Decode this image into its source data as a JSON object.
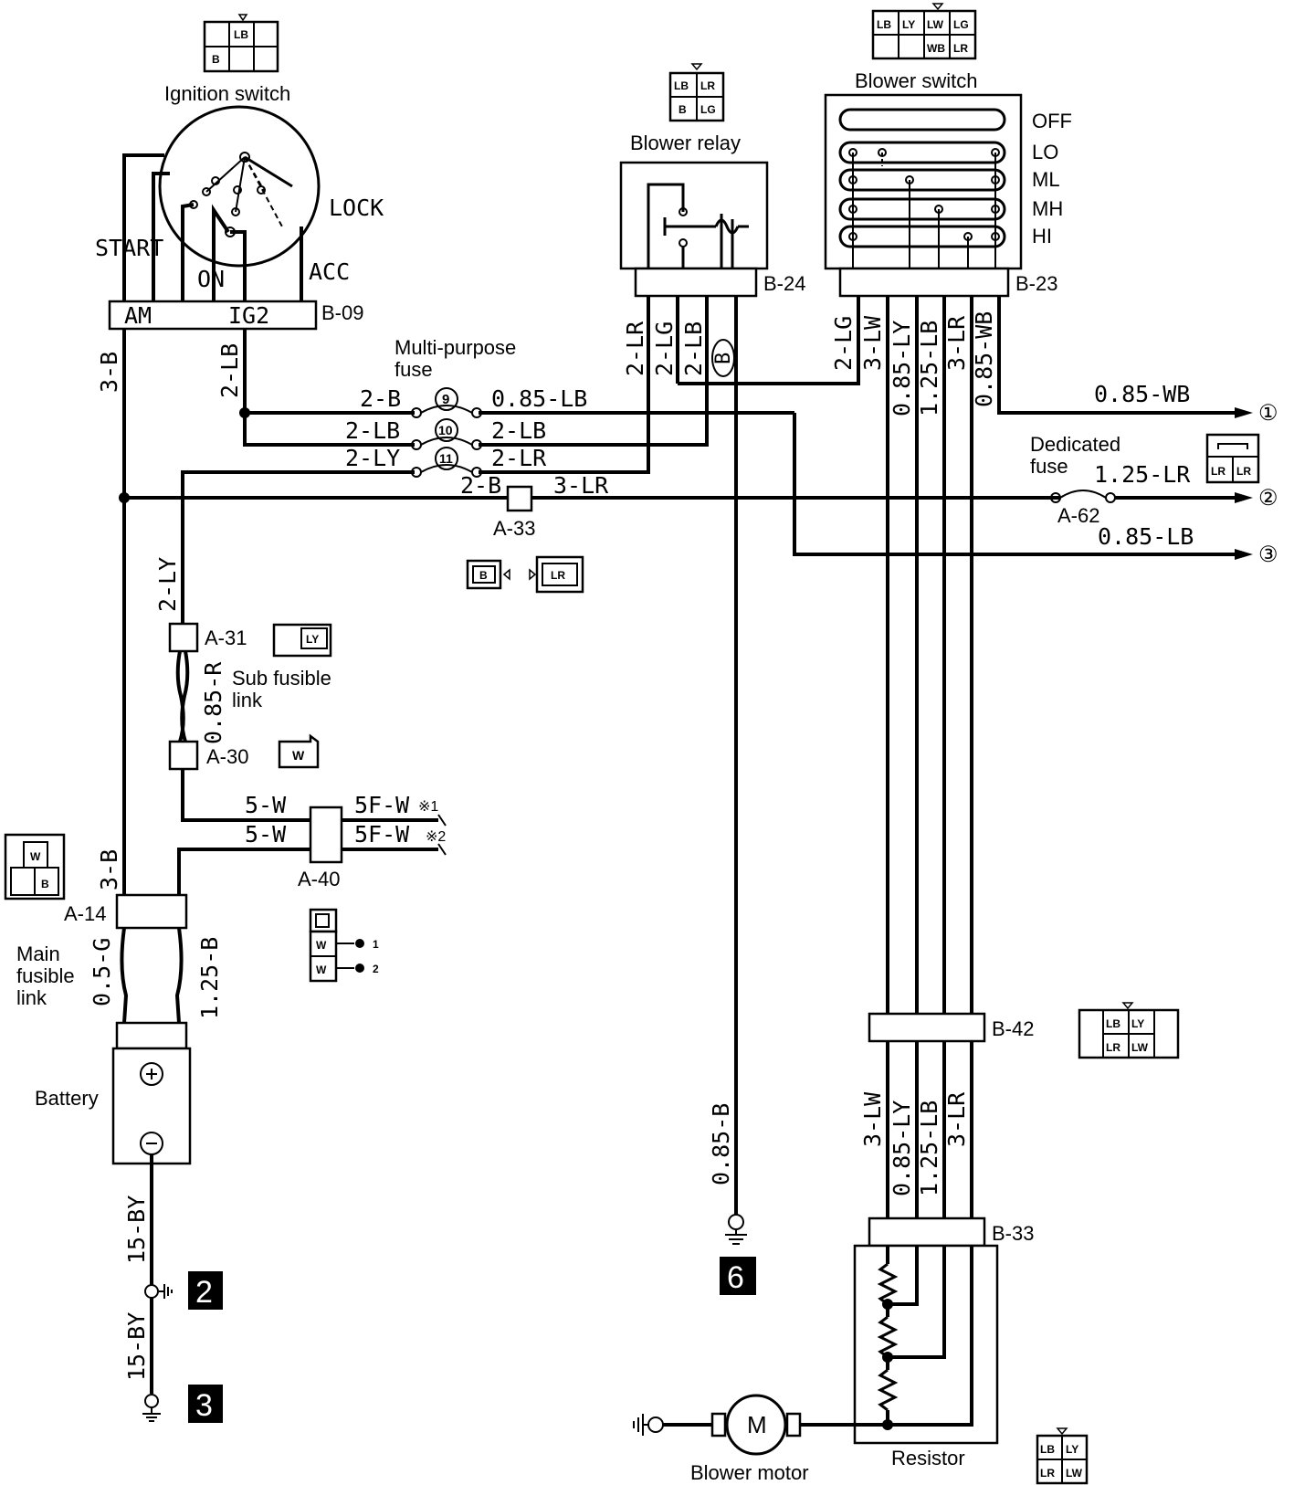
{
  "components": {
    "ignition_switch": "Ignition switch",
    "blower_relay": "Blower relay",
    "blower_switch": "Blower switch",
    "multi_purpose_fuse": [
      "Multi-purpose",
      "fuse"
    ],
    "dedicated_fuse": [
      "Dedicated",
      "fuse"
    ],
    "sub_fusible_link": [
      "Sub fusible",
      "link"
    ],
    "main_fusible_link": [
      "Main",
      "fusible",
      "link"
    ],
    "battery": "Battery",
    "blower_motor": "Blower motor",
    "resistor": "Resistor"
  },
  "ignition_positions": {
    "start": "START",
    "on": "ON",
    "lock": "LOCK",
    "acc": "ACC",
    "am": "AM",
    "ig2": "IG2"
  },
  "switch_positions": [
    "OFF",
    "LO",
    "ML",
    "MH",
    "HI"
  ],
  "connectors": {
    "b09": "B-09",
    "b24": "B-24",
    "b23": "B-23",
    "a33": "A-33",
    "a62": "A-62",
    "a31": "A-31",
    "a30": "A-30",
    "a40": "A-40",
    "a14": "A-14",
    "b42": "B-42",
    "b33": "B-33"
  },
  "fuse_numbers": [
    "9",
    "10",
    "11"
  ],
  "wires": {
    "w_3b_left": "3-B",
    "w_2lb_ig": "2-LB",
    "w_2b": "2-B",
    "w_2lb": "2-LB",
    "w_2ly": "2-LY",
    "w_085lb_out": "0.85-LB",
    "w_2lb_out": "2-LB",
    "w_2lr_out": "2-LR",
    "w_2b_a33": "2-B",
    "w_3lr_a33": "3-LR",
    "w_2ly_down": "2-LY",
    "w_085r": "0.85-R",
    "w_5w_1": "5-W",
    "w_5w_2": "5-W",
    "w_5fw_1": "5F-W",
    "w_5fw_2": "5F-W",
    "w_3b_low": "3-B",
    "w_05g": "0.5-G",
    "w_125b": "1.25-B",
    "w_15by_1": "15-BY",
    "w_15by_2": "15-BY",
    "relay_2lr": "2-LR",
    "relay_2lg": "2-LG",
    "relay_2lb": "2-LB",
    "relay_b": "B",
    "sw_2lg": "2-LG",
    "sw_3lw": "3-LW",
    "sw_085ly": "0.85-LY",
    "sw_125lb": "1.25-LB",
    "sw_3lr": "3-LR",
    "sw_085wb": "0.85-WB",
    "out_085wb": "0.85-WB",
    "out_125lr": "1.25-LR",
    "out_085lb": "0.85-LB",
    "ground_085b": "0.85-B",
    "low_3lw": "3-LW",
    "low_085ly": "0.85-LY",
    "low_125lb": "1.25-LB",
    "low_3lr": "3-LR"
  },
  "notes": {
    "n1": "※1",
    "n2": "※2",
    "star1": "1",
    "star2": "2"
  },
  "outputs": [
    "①",
    "②",
    "③"
  ],
  "grounds": [
    "2",
    "3",
    "6"
  ],
  "motor": "M",
  "connector_pins": {
    "ign": [
      "LB",
      "B"
    ],
    "relay": [
      "LB",
      "LR",
      "B",
      "LG"
    ],
    "switch": [
      "LB",
      "LY",
      "LW",
      "LG",
      "WB",
      "LR"
    ],
    "a33_b": "B",
    "a33_lr": "LR",
    "a31": "LY",
    "a30": "W",
    "bat_conn": [
      "W",
      "B"
    ],
    "a40": [
      "W",
      "W"
    ],
    "b42": [
      "LB",
      "LY",
      "LR",
      "LW"
    ],
    "res": [
      "LB",
      "LY",
      "LR",
      "LW"
    ],
    "a62": [
      "LR",
      "LR"
    ]
  }
}
